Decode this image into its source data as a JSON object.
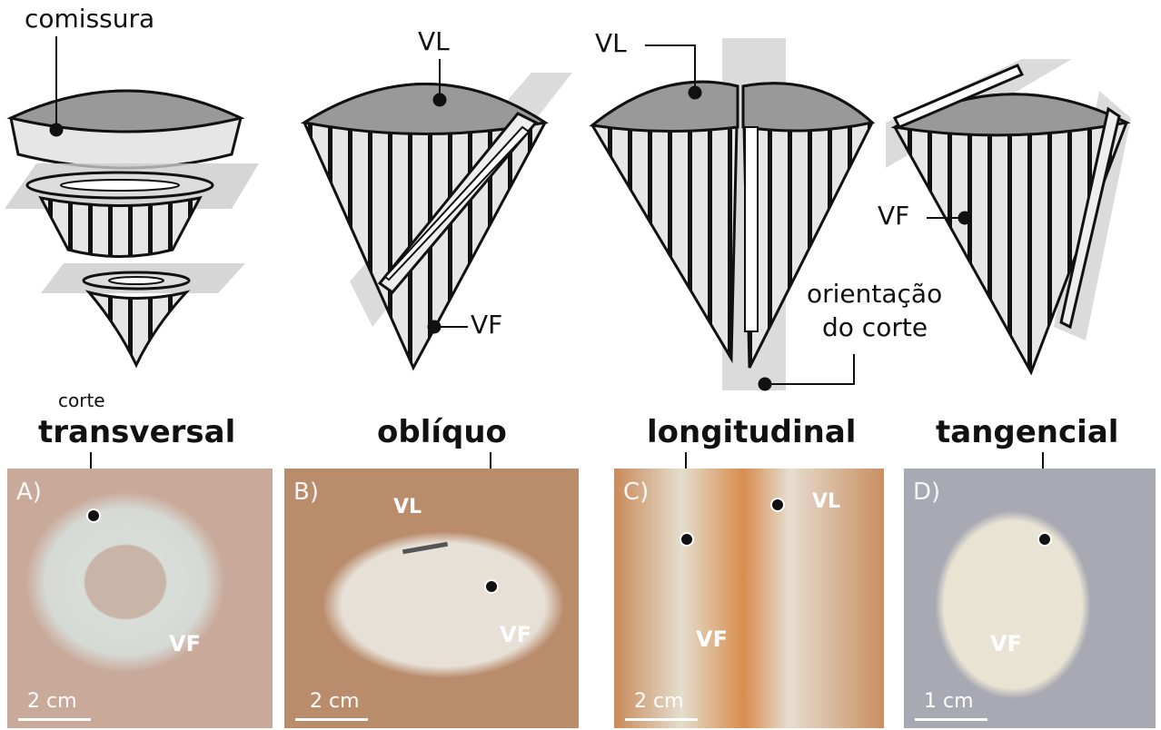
{
  "diagrams": {
    "commissure_label": "comissura",
    "vl_label_oblique": "VL",
    "vl_label_longitudinal": "VL",
    "vf_label_oblique": "VF",
    "vf_label_tangential": "VF",
    "cut_orientation_label_line1": "orientação",
    "cut_orientation_label_line2": "do corte"
  },
  "section_titles": {
    "prefix": "corte",
    "items": [
      "transversal",
      "oblíquo",
      "longitudinal",
      "tangencial"
    ]
  },
  "photos": [
    {
      "letter": "A)",
      "vf": "VF",
      "scale": "2 cm"
    },
    {
      "letter": "B)",
      "vf": "VF",
      "vl": "VL",
      "scale": "2 cm"
    },
    {
      "letter": "C)",
      "vf": "VF",
      "vl": "VL",
      "scale": "2 cm"
    },
    {
      "letter": "D)",
      "vf": "VF",
      "scale": "1 cm"
    }
  ]
}
